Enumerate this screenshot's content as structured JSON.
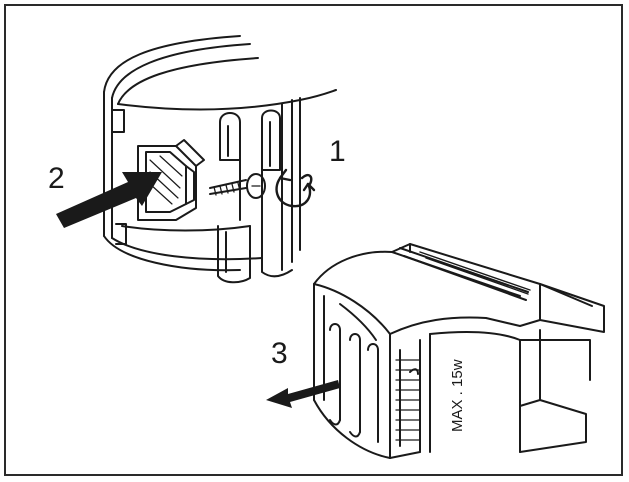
{
  "figure": {
    "steps": [
      {
        "number": "1",
        "action": "rotate-screw"
      },
      {
        "number": "2",
        "action": "press-in"
      },
      {
        "number": "3",
        "action": "pull-out"
      }
    ],
    "lamp_label": "MAX . 15w",
    "colors": {
      "line": "#1a1a1a",
      "frame": "#2a2a2a",
      "background": "#ffffff"
    }
  }
}
